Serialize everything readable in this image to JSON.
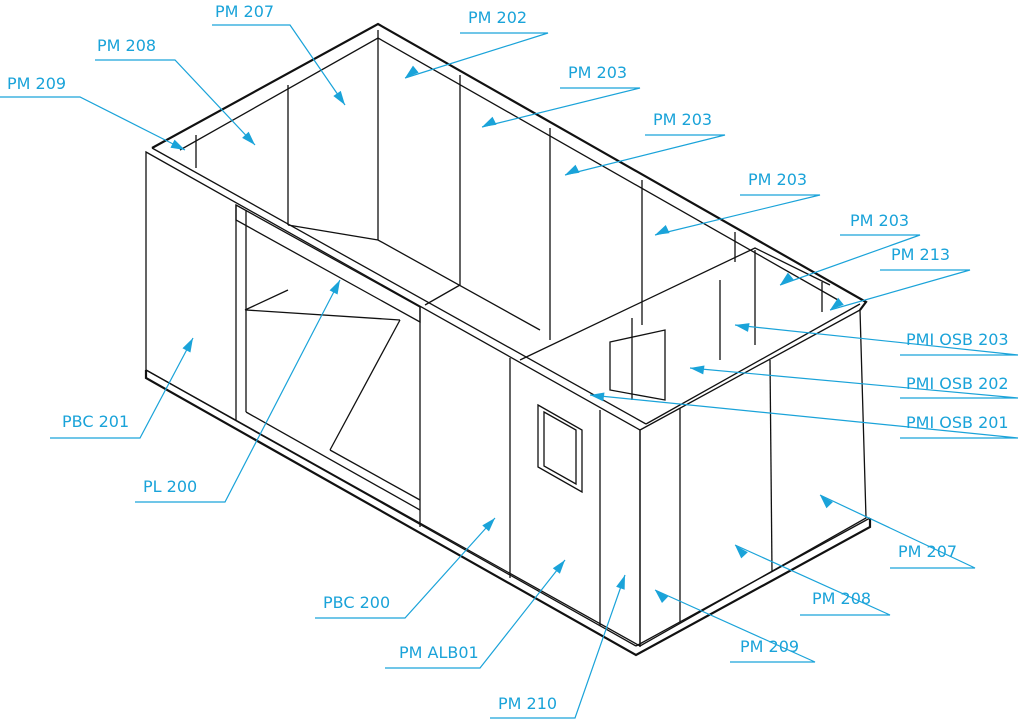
{
  "title": "Modular cabin panel layout",
  "accent_color": "#1aa3d9",
  "labels": [
    {
      "id": "pm207-top",
      "text": "PM 207"
    },
    {
      "id": "pm208-top",
      "text": "PM 208"
    },
    {
      "id": "pm209-top",
      "text": "PM 209"
    },
    {
      "id": "pm202",
      "text": "PM 202"
    },
    {
      "id": "pm203-a",
      "text": "PM 203"
    },
    {
      "id": "pm203-b",
      "text": "PM 203"
    },
    {
      "id": "pm203-c",
      "text": "PM 203"
    },
    {
      "id": "pm203-d",
      "text": "PM 203"
    },
    {
      "id": "pm213",
      "text": "PM 213"
    },
    {
      "id": "pmi-osb-203",
      "text": "PMI OSB 203"
    },
    {
      "id": "pmi-osb-202",
      "text": "PMI OSB 202"
    },
    {
      "id": "pmi-osb-201",
      "text": "PMI OSB 201"
    },
    {
      "id": "pm207-right",
      "text": "PM 207"
    },
    {
      "id": "pm208-right",
      "text": "PM 208"
    },
    {
      "id": "pm209-right",
      "text": "PM 209"
    },
    {
      "id": "pm210",
      "text": "PM 210"
    },
    {
      "id": "pm-alb01",
      "text": "PM ALB01"
    },
    {
      "id": "pbc200",
      "text": "PBC 200"
    },
    {
      "id": "pl200",
      "text": "PL 200"
    },
    {
      "id": "pbc201",
      "text": "PBC 201"
    }
  ]
}
